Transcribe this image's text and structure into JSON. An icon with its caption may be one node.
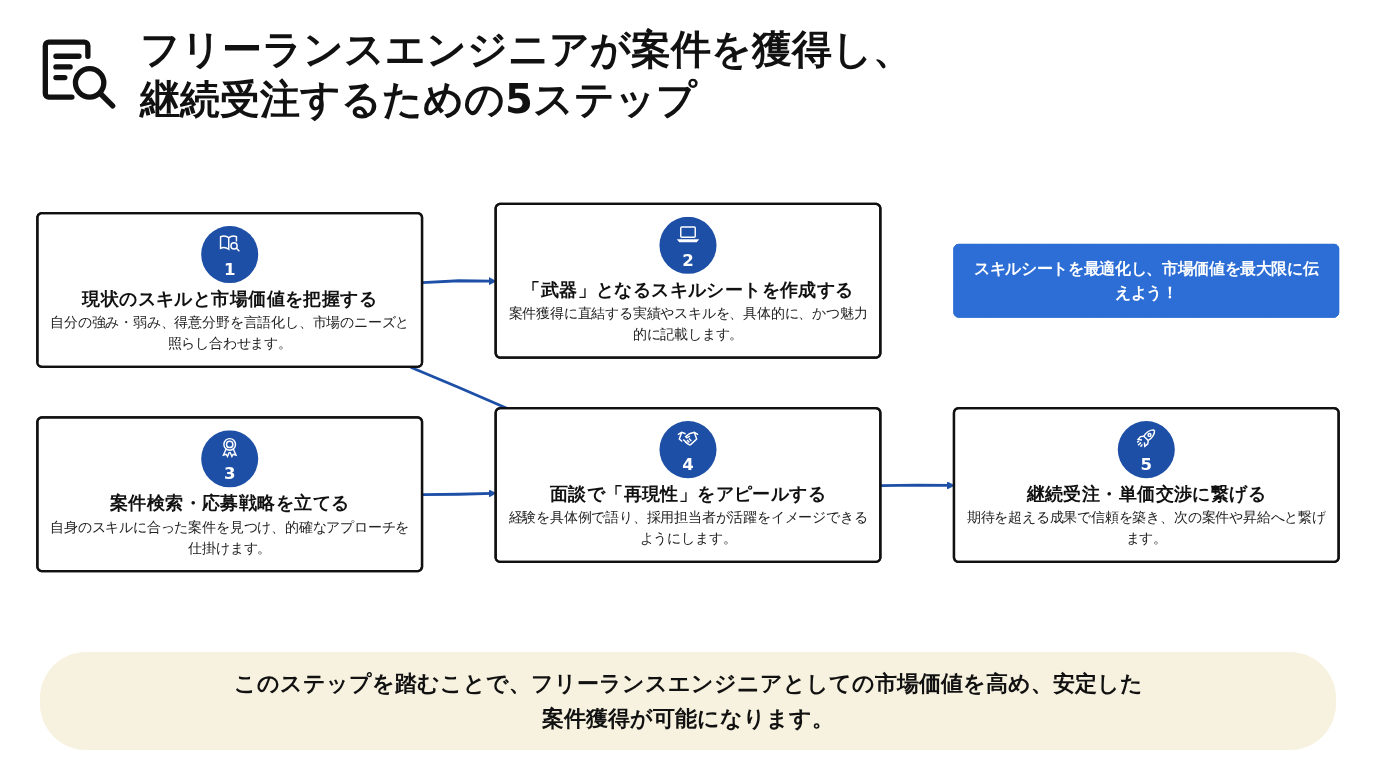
{
  "diagram": {
    "title": "フリーランスエンジニアが案件を獲得し、継続受注するための5ステップ",
    "nodes": [
      {
        "text": [
          "スキルシートを最適化し、市場価値を最大限に伝えよう！"
        ]
      },
      {
        "text": [
          "1",
          "現状のスキルと市場価値を把握する",
          "自分の強み・弱み、得意分野を言語化し、市場のニーズと照らし合わせます。"
        ]
      },
      {
        "text": [
          "2",
          "「武器」となるスキルシートを作成する",
          "案件獲得に直結する実績やスキルを、具体的に、かつ魅力的に記載します。"
        ]
      },
      {
        "text": [
          "3",
          "案件検索・応募戦略を立てる",
          "自身のスキルに合った案件を見つけ、的確なアプローチを仕掛けます。"
        ]
      },
      {
        "text": [
          "4",
          "面談で「再現性」をアピールする",
          "経験を具体例で語り、採用担当者が活躍をイメージできるようにします。"
        ]
      },
      {
        "text": [
          "5",
          "継続受注・単価交渉に繋げる",
          "期待を超える成果で信頼を築き、次の案件や昇給へと繋げます。"
        ]
      }
    ],
    "edges": [
      {
        "from": 1,
        "to": 2,
        "arrow": "to"
      },
      {
        "from": 1,
        "to": 4,
        "arrow": "none"
      },
      {
        "from": 3,
        "to": 4,
        "arrow": "to"
      },
      {
        "from": 4,
        "to": 5,
        "arrow": "to"
      }
    ],
    "caption": "このステップを踏むことで、フリーランスエンジニアとしての市場価値を高め、安定した案件獲得が可能になります。"
  }
}
